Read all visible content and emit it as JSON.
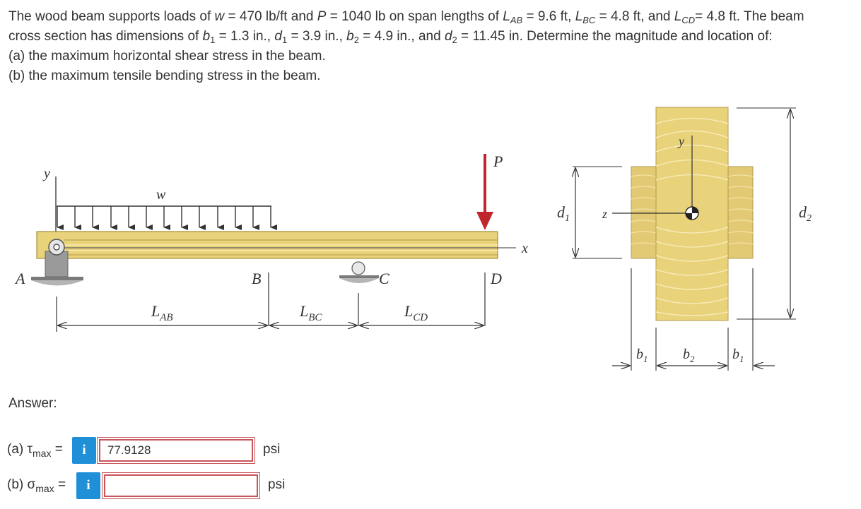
{
  "problem": {
    "line1_a": "The wood beam supports loads of ",
    "w_sym": "w",
    "w_val": " = 470 lb/ft and ",
    "p_sym": "P",
    "p_val": " = 1040 lb on span lengths of ",
    "lab_sym": "L",
    "lab_sub": "AB",
    "lab_val": " = 9.6 ft, ",
    "lbc_sym": "L",
    "lbc_sub": "BC",
    "lbc_val": " = 4.8 ft, and ",
    "lcd_sym": "L",
    "lcd_sub": "CD",
    "lcd_val": "= 4.8 ft. The beam",
    "line2_a": "cross section has dimensions of ",
    "b1_sym": "b",
    "b1_sub": "1",
    "b1_val": " = 1.3 in., ",
    "d1_sym": "d",
    "d1_sub": "1",
    "d1_val": " = 3.9 in., ",
    "b2_sym": "b",
    "b2_sub": "2",
    "b2_val": " = 4.9 in., and ",
    "d2_sym": "d",
    "d2_sub": "2",
    "d2_val": " = 11.45 in. Determine the magnitude and location of:",
    "part_a": "(a) the maximum horizontal shear stress in the beam.",
    "part_b": "(b) the maximum tensile bending stress in the beam."
  },
  "figure": {
    "label_y": "y",
    "label_w": "w",
    "label_P": "P",
    "label_x": "x",
    "label_A": "A",
    "label_B": "B",
    "label_C": "C",
    "label_D": "D",
    "label_LAB": "L",
    "label_LAB_sub": "AB",
    "label_LBC": "L",
    "label_LBC_sub": "BC",
    "label_LCD": "L",
    "label_LCD_sub": "CD",
    "label_z": "z",
    "label_y2": "y",
    "label_d1": "d",
    "label_d1_sub": "1",
    "label_d2": "d",
    "label_d2_sub": "2",
    "label_b1_left": "b",
    "label_b1_left_sub": "1",
    "label_b2": "b",
    "label_b2_sub": "2",
    "label_b1_right": "b",
    "label_b1_right_sub": "1",
    "colors": {
      "wood": "#e8d27a",
      "wood_grain": "#f4e6a8",
      "load_arrow": "#c0272d",
      "support": "#9a9a9a"
    }
  },
  "answer": {
    "label": "Answer:",
    "a_label": "(a) τ",
    "a_sub": "max",
    "a_eq": " =",
    "a_value": "77.9128",
    "a_unit": "psi",
    "b_label": "(b) σ",
    "b_sub": "max",
    "b_eq": " =",
    "b_value": "",
    "b_unit": "psi",
    "info_glyph": "i"
  }
}
